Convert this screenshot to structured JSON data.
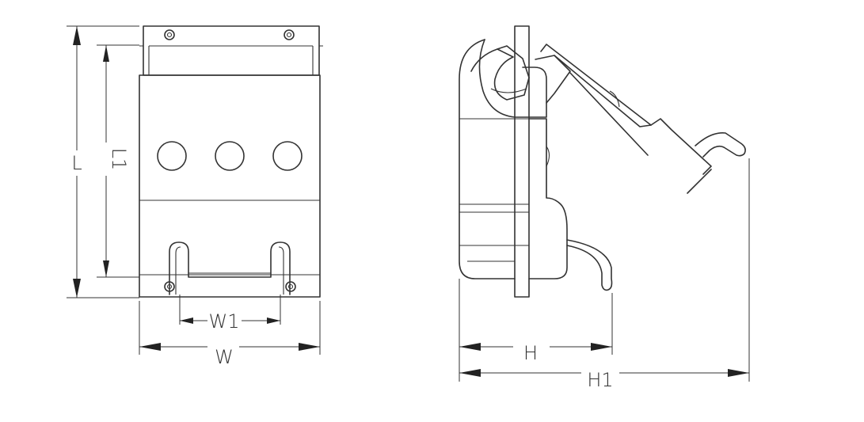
{
  "dimensions": {
    "length": "L",
    "length_inner": "L1",
    "width": "W",
    "width_inner": "W1",
    "height": "H",
    "height_total": "H1"
  },
  "colors": {
    "line": "#333333",
    "background": "#ffffff"
  }
}
